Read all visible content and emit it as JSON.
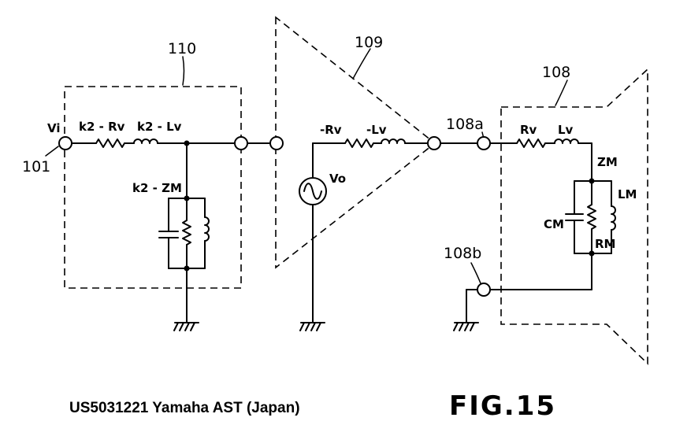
{
  "labels": {
    "vi": "Vi",
    "k2_rv": "k2 - Rv",
    "k2_lv": "k2 - Lv",
    "k2_zm": "k2 - ZM",
    "neg_rv": "-Rv",
    "neg_lv": "-Lv",
    "vo": "Vo",
    "rv": "Rv",
    "lv": "Lv",
    "zm": "ZM",
    "cm": "CM",
    "rm": "RM",
    "lm": "LM"
  },
  "refs": {
    "r101": "101",
    "r108": "108",
    "r108a": "108a",
    "r108b": "108b",
    "r109": "109",
    "r110": "110"
  },
  "caption": "US5031221 Yamaha AST (Japan)",
  "figure": "FIG.15"
}
